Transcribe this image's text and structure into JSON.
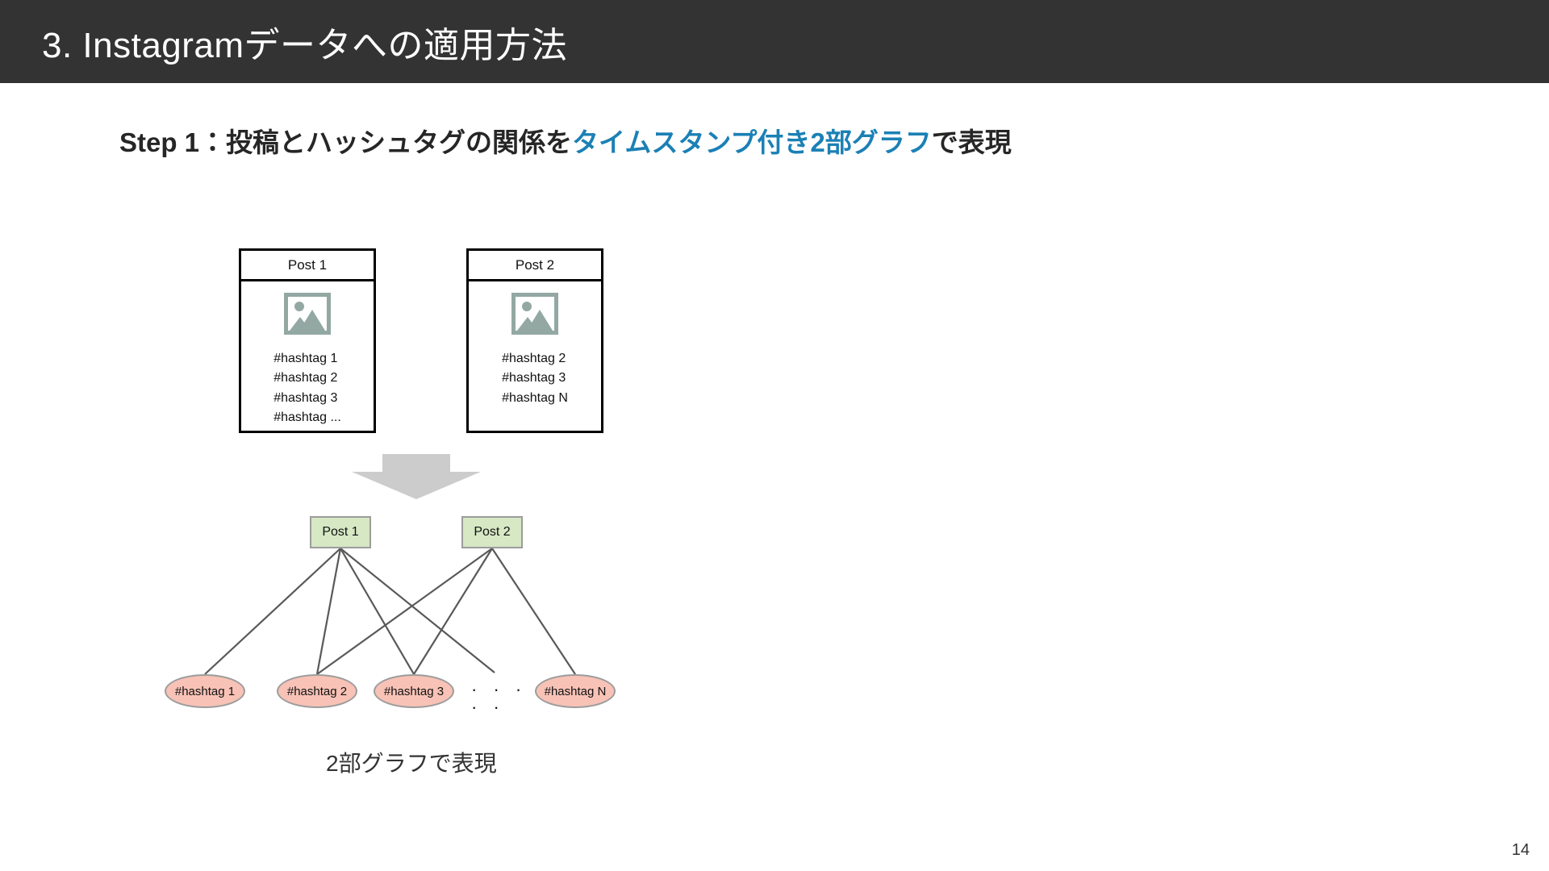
{
  "header": {
    "title": "3. Instagramデータへの適用方法",
    "background_color": "#333333",
    "text_color": "#ffffff"
  },
  "subtitle": {
    "prefix": "Step 1：投稿とハッシュタグの関係を",
    "highlight": "タイムスタンプ付き2部グラフ",
    "suffix": "で表現",
    "highlight_color": "#1b80b5"
  },
  "post_cards": [
    {
      "title": "Post 1",
      "image_icon": "image-placeholder-icon",
      "hashtags": [
        "#hashtag 1",
        "#hashtag 2",
        "#hashtag 3",
        "#hashtag ..."
      ]
    },
    {
      "title": "Post 2",
      "image_icon": "image-placeholder-icon",
      "hashtags": [
        "#hashtag 2",
        "#hashtag 3",
        "#hashtag N"
      ]
    }
  ],
  "flow_arrow": {
    "icon": "down-arrow-icon",
    "color": "#cccccc"
  },
  "graph": {
    "post_nodes": [
      {
        "label": "Post 1",
        "fill": "#d6e8c4",
        "stroke": "#9c9c9c"
      },
      {
        "label": "Post 2",
        "fill": "#d6e8c4",
        "stroke": "#9c9c9c"
      }
    ],
    "tag_nodes": [
      {
        "label": "#hashtag 1",
        "fill": "#f8c2b6",
        "stroke": "#9c9c9c"
      },
      {
        "label": "#hashtag 2",
        "fill": "#f8c2b6",
        "stroke": "#9c9c9c"
      },
      {
        "label": "#hashtag 3",
        "fill": "#f8c2b6",
        "stroke": "#9c9c9c"
      },
      {
        "label": "#hashtag N",
        "fill": "#f8c2b6",
        "stroke": "#9c9c9c"
      }
    ],
    "ellipsis": "· · · · ·",
    "edges": [
      {
        "from": "Post 1",
        "to": "#hashtag 1"
      },
      {
        "from": "Post 1",
        "to": "#hashtag 2"
      },
      {
        "from": "Post 1",
        "to": "#hashtag 3"
      },
      {
        "from": "Post 1",
        "to": "ellipsis"
      },
      {
        "from": "Post 2",
        "to": "#hashtag 2"
      },
      {
        "from": "Post 2",
        "to": "#hashtag 3"
      },
      {
        "from": "Post 2",
        "to": "#hashtag N"
      }
    ],
    "edge_color": "#595959",
    "caption": "2部グラフで表現"
  },
  "page_number": "14"
}
